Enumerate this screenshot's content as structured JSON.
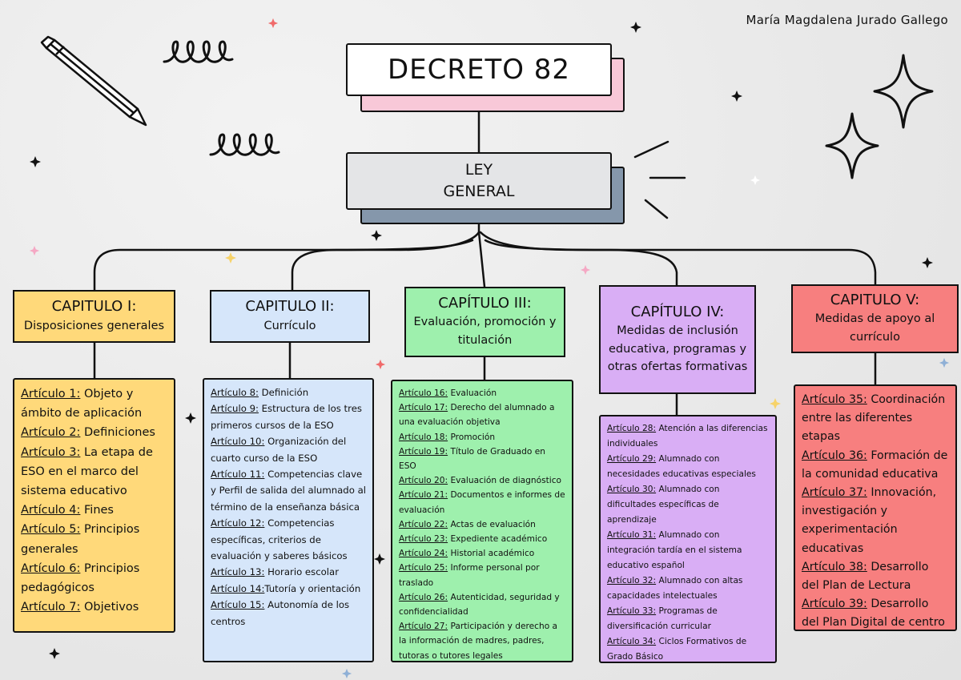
{
  "author": "María Magdalena Jurado Gallego",
  "title": "DECRETO 82",
  "ley": [
    "LEY",
    "GENERAL"
  ],
  "colors": {
    "title_shadow": "#f8c8d8",
    "ley_fill": "#e4e5e7",
    "ley_shadow": "#8597ab",
    "ch1": "#ffd97a",
    "ch2": "#d6e6fa",
    "ch3": "#9ef0ad",
    "ch4": "#d9aef5",
    "ch5": "#f77f7f"
  },
  "chapters": [
    {
      "title": "CAPITULO I:",
      "subtitle": "Disposiciones generales",
      "articles": [
        {
          "art": "Artículo 1:",
          "text": " Objeto y ámbito de aplicación"
        },
        {
          "art": "Artículo 2:",
          "text": " Definiciones"
        },
        {
          "art": "Artículo 3:",
          "text": " La etapa de ESO en el marco del sistema educativo"
        },
        {
          "art": "Artículo 4:",
          "text": " Fines"
        },
        {
          "art": "Artículo 5:",
          "text": " Principios generales"
        },
        {
          "art": "Artículo 6:",
          "text": " Principios pedagógicos"
        },
        {
          "art": "Artículo 7:",
          "text": " Objetivos"
        }
      ]
    },
    {
      "title": "CAPITULO II:",
      "subtitle": "Currículo",
      "articles": [
        {
          "art": "Artículo 8:",
          "text": " Definición"
        },
        {
          "art": "Artículo 9:",
          "text": " Estructura de los tres primeros cursos de la ESO"
        },
        {
          "art": "Artículo 10:",
          "text": " Organización del cuarto curso de la ESO"
        },
        {
          "art": "Artículo 11:",
          "text": " Competencias clave y Perfil de salida del alumnado al término de la enseñanza básica"
        },
        {
          "art": "Artículo 12:",
          "text": " Competencias específicas, criterios de evaluación y saberes básicos"
        },
        {
          "art": "Artículo 13:",
          "text": " Horario escolar"
        },
        {
          "art": "Artículo 14:",
          "text": "Tutoría y orientación"
        },
        {
          "art": "Artículo 15:",
          "text": " Autonomía de los centros"
        }
      ]
    },
    {
      "title": "CAPÍTULO III:",
      "subtitle": "Evaluación, promoción y titulación",
      "articles": [
        {
          "art": "Artículo 16:",
          "text": " Evaluación"
        },
        {
          "art": "Artículo 17:",
          "text": " Derecho del alumnado a una evaluación objetiva"
        },
        {
          "art": "Artículo 18:",
          "text": " Promoción"
        },
        {
          "art": "Artículo 19:",
          "text": " Título de Graduado en ESO"
        },
        {
          "art": "Artículo 20:",
          "text": " Evaluación de diagnóstico"
        },
        {
          "art": "Artículo 21:",
          "text": " Documentos e informes de evaluación"
        },
        {
          "art": "Artículo 22:",
          "text": " Actas de evaluación"
        },
        {
          "art": "Artículo 23:",
          "text": " Expediente académico"
        },
        {
          "art": "Artículo 24:",
          "text": " Historial académico"
        },
        {
          "art": "Artículo 25:",
          "text": " Informe personal por traslado"
        },
        {
          "art": "Artículo 26:",
          "text": " Autenticidad, seguridad y confidencialidad"
        },
        {
          "art": "Artículo 27:",
          "text": " Participación y derecho a la información de madres, padres, tutoras o tutores legales"
        }
      ]
    },
    {
      "title": "CAPÍTULO IV:",
      "subtitle": "Medidas de inclusión educativa, programas y otras ofertas formativas",
      "articles": [
        {
          "art": "Artículo 28:",
          "text": " Atención a las diferencias individuales"
        },
        {
          "art": "Artículo 29:",
          "text": " Alumnado con necesidades educativas especiales"
        },
        {
          "art": "Artículo 30:",
          "text": " Alumnado con dificultades específicas de aprendizaje"
        },
        {
          "art": "Artículo 31:",
          "text": " Alumnado con integración tardía en el sistema educativo español"
        },
        {
          "art": "Artículo 32:",
          "text": " Alumnado con altas capacidades intelectuales"
        },
        {
          "art": "Artículo 33:",
          "text": " Programas de diversificación curricular"
        },
        {
          "art": "Artículo 34:",
          "text": " Ciclos Formativos de Grado Básico"
        }
      ]
    },
    {
      "title": "CAPITULO V:",
      "subtitle": "Medidas de apoyo al currículo",
      "articles": [
        {
          "art": "Artículo 35:",
          "text": " Coordinación entre las diferentes etapas"
        },
        {
          "art": "Artículo 36:",
          "text": " Formación de la comunidad educativa"
        },
        {
          "art": "Artículo 37:",
          "text": " Innovación, investigación y experimentación educativas"
        },
        {
          "art": "Artículo 38:",
          "text": " Desarrollo del Plan de Lectura"
        },
        {
          "art": "Artículo 39:",
          "text": " Desarrollo del Plan Digital de centro"
        }
      ]
    }
  ]
}
